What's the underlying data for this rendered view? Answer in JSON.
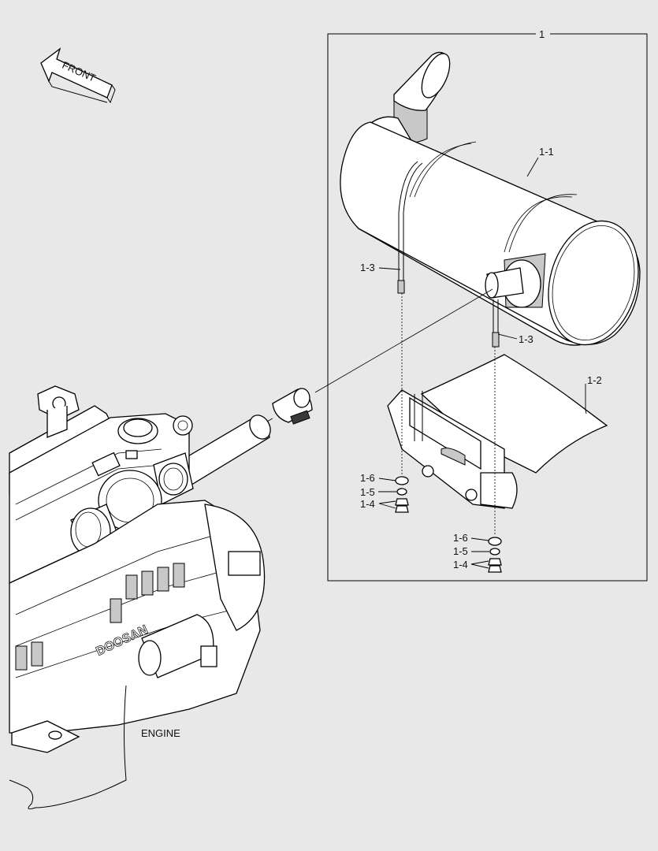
{
  "front_arrow_label": "FRONT",
  "engine_label": "ENGINE",
  "assembly_label": "1",
  "callouts": {
    "muffler": "1-1",
    "bracket": "1-2",
    "band_left": "1-3",
    "band_right": "1-3",
    "washer_left": "1-6",
    "lockwasher_left": "1-5",
    "nut_left": "1-4",
    "washer_right": "1-6",
    "lockwasher_right": "1-5",
    "nut_right": "1-4"
  }
}
